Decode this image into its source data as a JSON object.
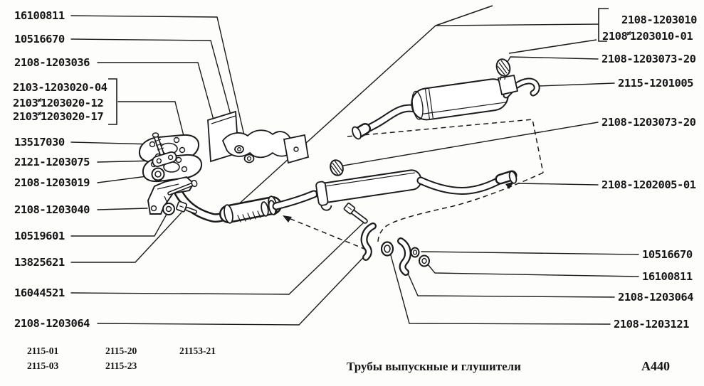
{
  "labels": {
    "left": [
      {
        "text": "16100811"
      },
      {
        "text": "10516670"
      },
      {
        "text": "2108-1203036"
      },
      {
        "text": "2103-1203020-04"
      },
      {
        "prefix": "2103",
        "mark": "≠",
        "rest": "1203020-12"
      },
      {
        "prefix": "2103",
        "mark": "≠",
        "rest": "1203020-17"
      },
      {
        "text": "13517030"
      },
      {
        "text": "2121-1203075"
      },
      {
        "text": "2108-1203019"
      },
      {
        "text": "2108-1203040"
      },
      {
        "text": "10519601"
      },
      {
        "text": "13825621"
      },
      {
        "text": "16044521"
      },
      {
        "text": "2108-1203064"
      }
    ],
    "right": [
      {
        "text": "2108-1203010"
      },
      {
        "prefix": "2108",
        "mark": "≠",
        "rest": "1203010-01"
      },
      {
        "text": "2108-1203073-20"
      },
      {
        "text": "2115-1201005"
      },
      {
        "text": "2108-1203073-20"
      },
      {
        "text": "2108-1202005-01"
      },
      {
        "text": "10516670"
      },
      {
        "text": "16100811"
      },
      {
        "text": "2108-1203064"
      },
      {
        "text": "2108-1203121"
      }
    ]
  },
  "footer": {
    "models": [
      "2115-01",
      "2115-03",
      "2115-20",
      "2115-23",
      "21153-21"
    ],
    "title": "Трубы выпускные и глушители",
    "page_code": "A440"
  },
  "drawing": {
    "line_color": "#1b1b1b",
    "parts": [
      "front-exhaust-pipe",
      "flange-gaskets",
      "mounting-bracket",
      "resonator-with-pipes",
      "rear-muffler",
      "rubber-hangers",
      "clamp-halves-with-bolt-washer-nut"
    ]
  }
}
